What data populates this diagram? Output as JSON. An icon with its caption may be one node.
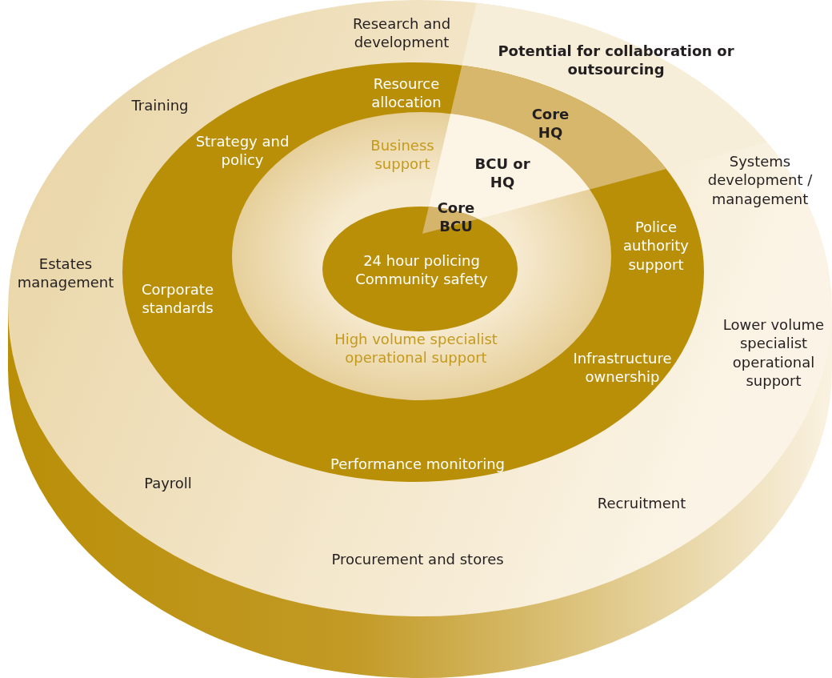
{
  "diagram": {
    "nodes": [
      {
        "text": [
          "Research and development",
          "Potential for collaboration or outsourcing",
          "Training",
          "Systems development / management",
          "Estates management",
          "Lower volume specialist operational support",
          "Payroll",
          "Recruitment",
          "Procurement and stores"
        ]
      },
      {
        "text": [
          "Resource allocation",
          "Core HQ",
          "Strategy and policy",
          "Police authority support",
          "Corporate standards",
          "Infrastructure ownership",
          "Performance monitoring"
        ],
        "in": 0
      },
      {
        "text": [
          "Business support",
          "BCU or HQ",
          "High volume specialist operational support"
        ],
        "in": 1
      },
      {
        "text": [
          "Core BCU",
          "24 hour policing Community safety"
        ],
        "in": 2
      }
    ]
  }
}
